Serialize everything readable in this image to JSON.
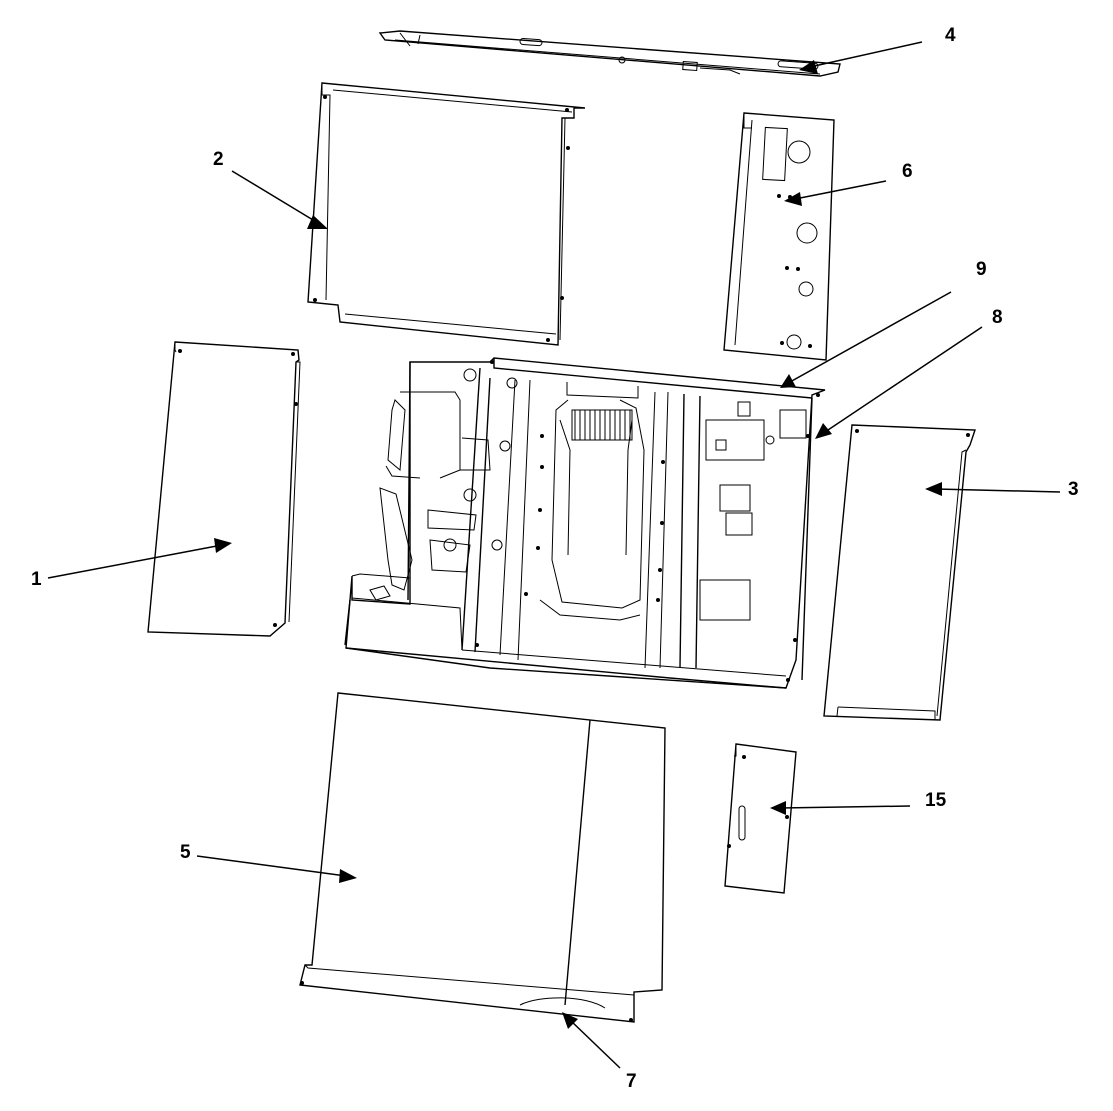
{
  "callouts": [
    {
      "id": "1",
      "label": "1"
    },
    {
      "id": "2",
      "label": "2"
    },
    {
      "id": "3",
      "label": "3"
    },
    {
      "id": "4",
      "label": "4"
    },
    {
      "id": "5",
      "label": "5"
    },
    {
      "id": "6",
      "label": "6"
    },
    {
      "id": "7",
      "label": "7"
    },
    {
      "id": "8",
      "label": "8"
    },
    {
      "id": "9",
      "label": "9"
    },
    {
      "id": "15",
      "label": "15"
    }
  ]
}
